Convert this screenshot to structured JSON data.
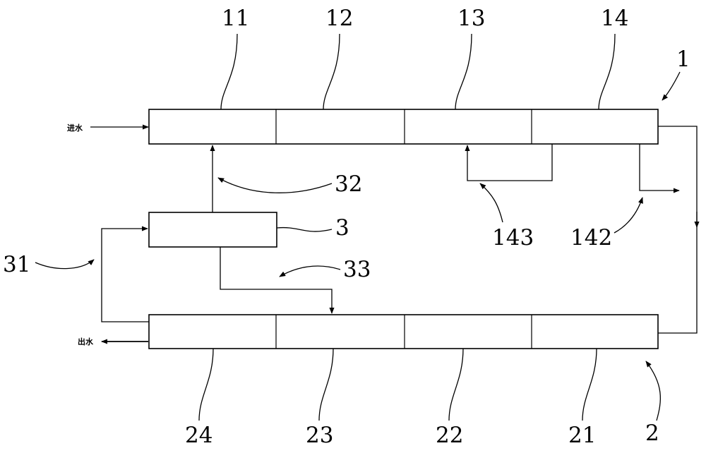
{
  "labels": {
    "n1": "1",
    "n2": "2",
    "n3": "3",
    "n11": "11",
    "n12": "12",
    "n13": "13",
    "n14": "14",
    "n21": "21",
    "n22": "22",
    "n23": "23",
    "n24": "24",
    "n31": "31",
    "n32": "32",
    "n33": "33",
    "n142": "142",
    "n143": "143",
    "inlet": "进水",
    "outlet": "出水"
  },
  "colors": {
    "line": "#000000",
    "background": "#ffffff"
  }
}
